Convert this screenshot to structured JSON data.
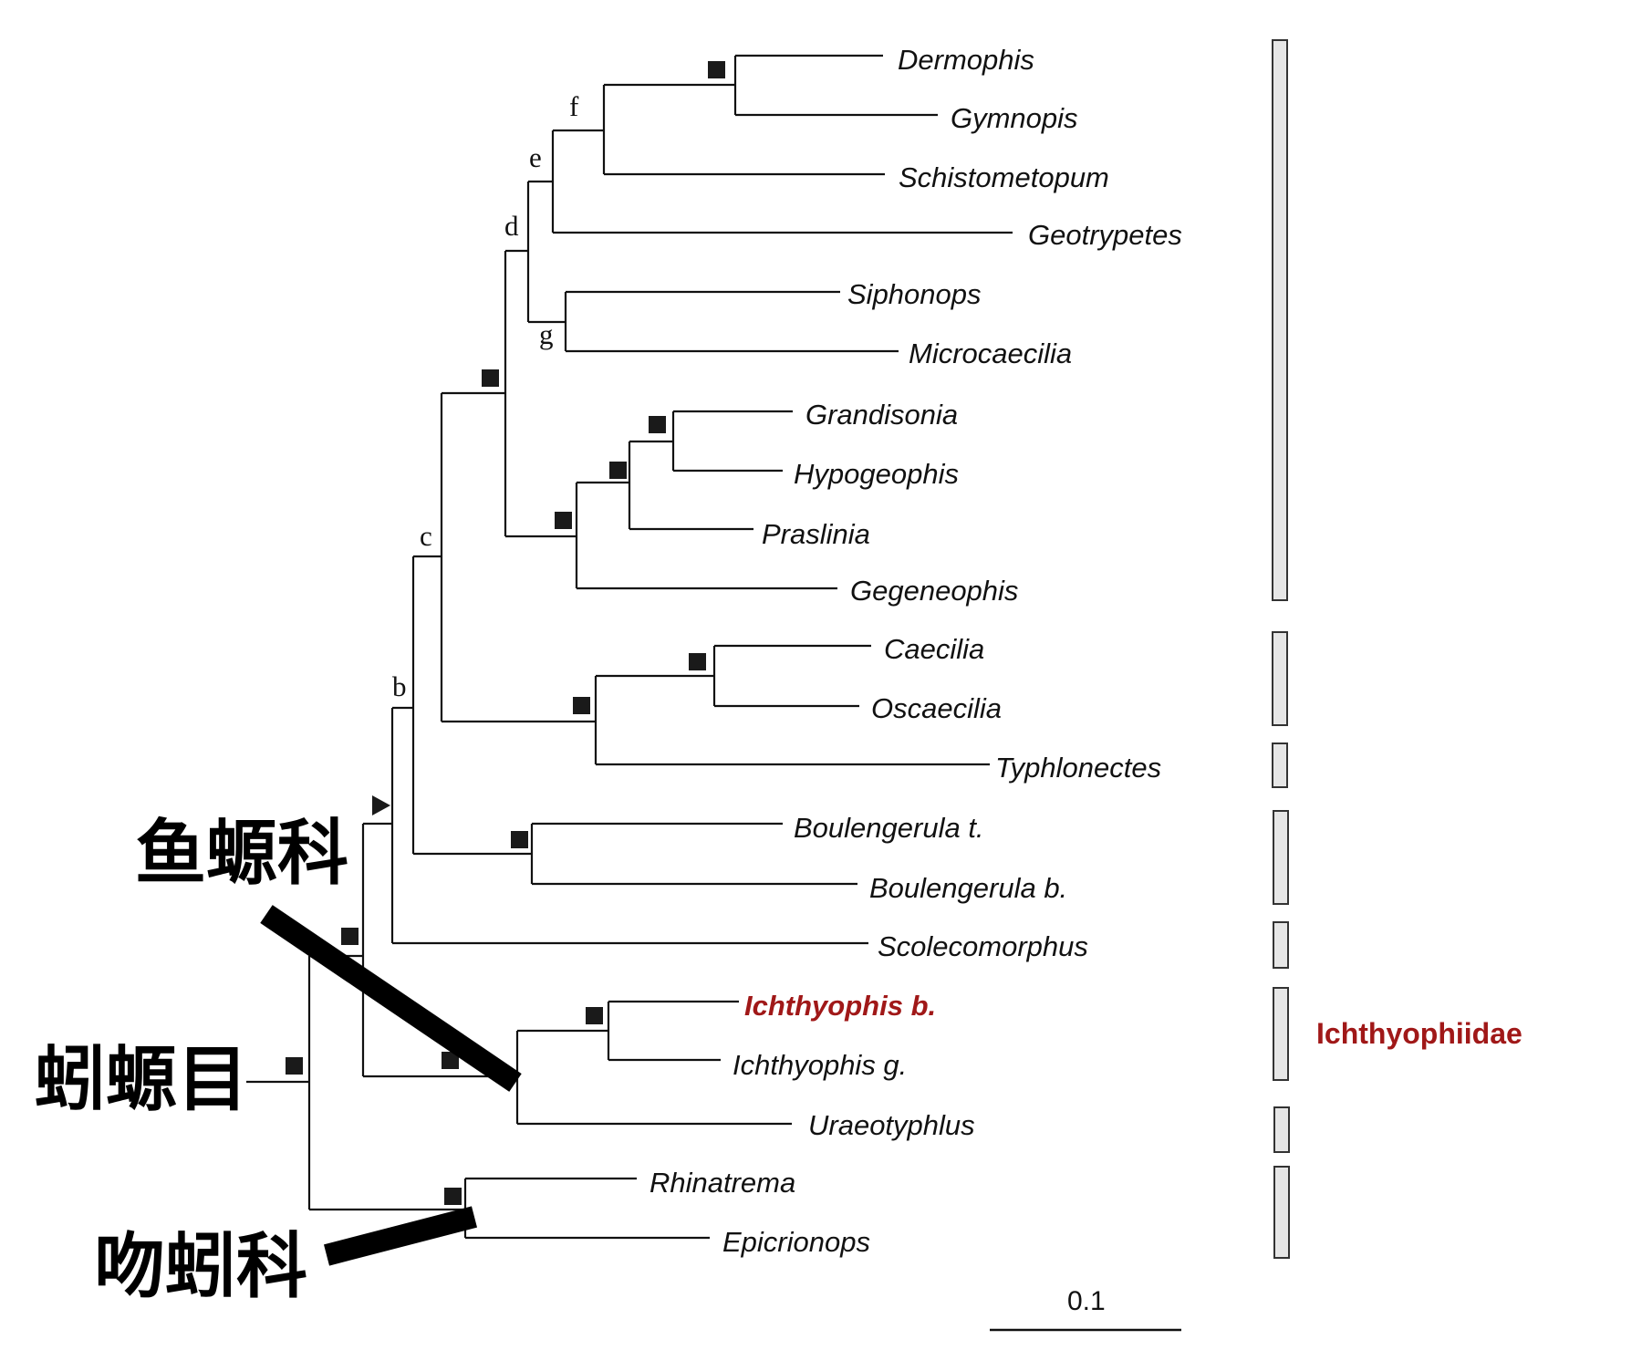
{
  "taxa": [
    {
      "id": "dermophis",
      "label": "Dermophis"
    },
    {
      "id": "gymnopis",
      "label": "Gymnopis"
    },
    {
      "id": "schistometopum",
      "label": "Schistometopum"
    },
    {
      "id": "geotrypetes",
      "label": "Geotrypetes"
    },
    {
      "id": "siphonops",
      "label": "Siphonops"
    },
    {
      "id": "microcaecilia",
      "label": "Microcaecilia"
    },
    {
      "id": "grandisonia",
      "label": "Grandisonia"
    },
    {
      "id": "hypogeophis",
      "label": "Hypogeophis"
    },
    {
      "id": "praslinia",
      "label": "Praslinia"
    },
    {
      "id": "gegeneophis",
      "label": "Gegeneophis"
    },
    {
      "id": "caecilia",
      "label": "Caecilia"
    },
    {
      "id": "oscaecilia",
      "label": "Oscaecilia"
    },
    {
      "id": "typhlonectes",
      "label": "Typhlonectes"
    },
    {
      "id": "boulengerula-t",
      "label": "Boulengerula t."
    },
    {
      "id": "boulengerula-b",
      "label": "Boulengerula b."
    },
    {
      "id": "scolecomorphus",
      "label": "Scolecomorphus"
    },
    {
      "id": "ichthyophis-b",
      "label": "Ichthyophis b.",
      "highlight": true
    },
    {
      "id": "ichthyophis-g",
      "label": "Ichthyophis g."
    },
    {
      "id": "uraeotyphlus",
      "label": "Uraeotyphlus"
    },
    {
      "id": "rhinatrema",
      "label": "Rhinatrema"
    },
    {
      "id": "epicrionops",
      "label": "Epicrionops"
    }
  ],
  "node_labels": [
    "f",
    "e",
    "d",
    "g",
    "c",
    "b"
  ],
  "clade_labels": {
    "order": "蚓螈目",
    "ichthyophiidae": "鱼螈科",
    "rhinatrematidae": "吻蚓科"
  },
  "family_label": "Ichthyophiidae",
  "scale_bar": {
    "value": "0.1"
  },
  "colors": {
    "highlight": "#a01818",
    "ink": "#111111",
    "bar_fill": "#e6e6e6"
  }
}
